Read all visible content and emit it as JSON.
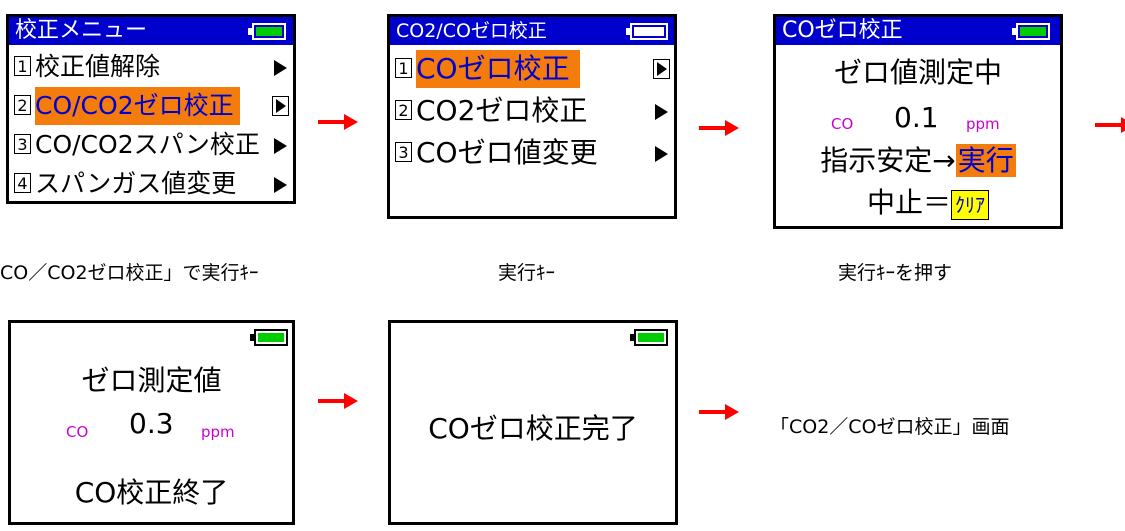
{
  "colors": {
    "title_bg": "#0000cc",
    "highlight": "#f47c0c",
    "flow_arrow": "#ff0000",
    "unit": "#cc00cc",
    "battery": "#00cc00",
    "clear_key": "#ffff00"
  },
  "screen1": {
    "title": "校正メニュー",
    "items": [
      {
        "num": "1",
        "label": "校正値解除"
      },
      {
        "num": "2",
        "label": "CO/CO2ゼロ校正"
      },
      {
        "num": "3",
        "label": "CO/CO2スパン校正"
      },
      {
        "num": "4",
        "label": "スパンガス値変更"
      }
    ],
    "caption": "CO／CO2ゼロ校正」で実行ｷｰ"
  },
  "screen2": {
    "title": "CO2/COゼロ校正",
    "items": [
      {
        "num": "1",
        "label": "COゼロ校正"
      },
      {
        "num": "2",
        "label": "CO2ゼロ校正"
      },
      {
        "num": "3",
        "label": "COゼロ値変更"
      }
    ],
    "caption": "実行ｷｰ"
  },
  "screen3": {
    "title": "COゼロ校正",
    "line1": "ゼロ値測定中",
    "gas": "CO",
    "value": "0.1",
    "unit": "ppm",
    "confirm_prefix": "指示安定→",
    "confirm_key": "実行",
    "cancel_prefix": "中止＝",
    "cancel_key": "ｸﾘｱ",
    "caption": "実行ｷｰを押す"
  },
  "screen4": {
    "line1": "ゼロ測定値",
    "gas": "CO",
    "value": "0.3",
    "unit": "ppm",
    "line3": "CO校正終了"
  },
  "screen5": {
    "message": "COゼロ校正完了"
  },
  "final_caption": "「CO2／COゼロ校正」画面"
}
